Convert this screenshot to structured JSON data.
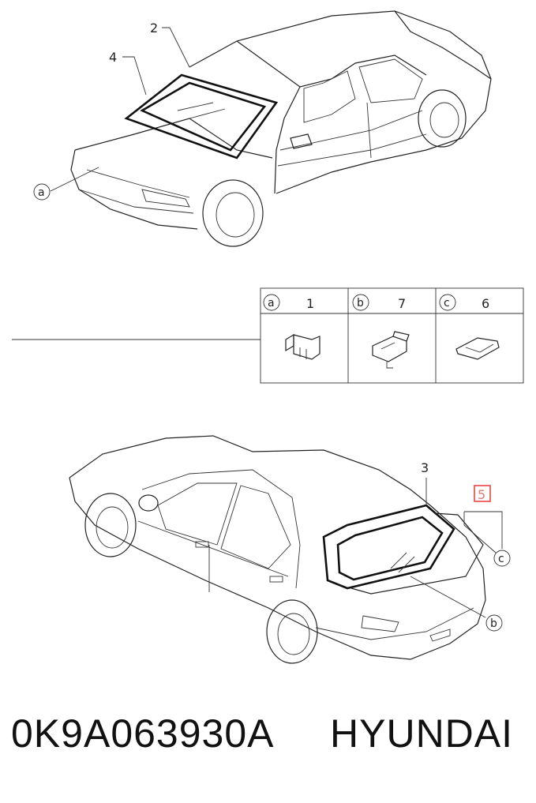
{
  "callouts": {
    "c2": "2",
    "c4": "4",
    "c3": "3",
    "c5": "5"
  },
  "letters": {
    "a_front": "a",
    "b_rear": "b",
    "c_rear": "c"
  },
  "legend": {
    "cells": [
      {
        "letter": "a",
        "number": "1"
      },
      {
        "letter": "b",
        "number": "7"
      },
      {
        "letter": "c",
        "number": "6"
      }
    ]
  },
  "highlight_color": "#e53935",
  "caption": {
    "part_number": "0K9A063930A",
    "brand": "HYUNDAI"
  }
}
